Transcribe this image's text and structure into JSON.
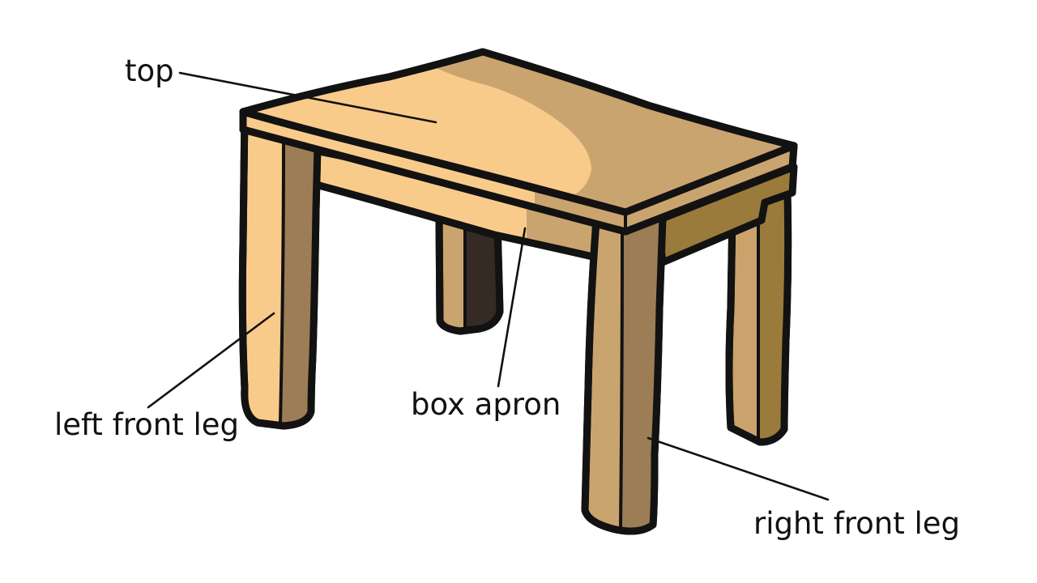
{
  "diagram": {
    "subject": "table",
    "labels": {
      "top": "top",
      "left_front_leg": "left front leg",
      "box_apron": "box apron",
      "right_front_leg": "right front leg"
    },
    "colors": {
      "wood_light": "#f9cb8b",
      "wood_mid": "#caa46f",
      "wood_shade": "#9c7d55",
      "wood_dark": "#9a7b3b",
      "leg_back_shadow": "#352a24",
      "outline": "#121212",
      "label_text": "#111111",
      "background": "#ffffff"
    }
  }
}
